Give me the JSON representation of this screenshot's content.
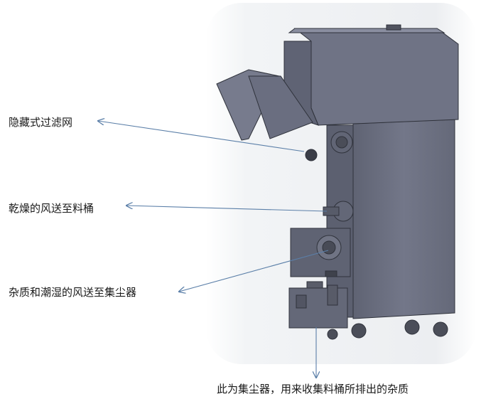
{
  "labels": {
    "hidden_filter": "隐藏式过滤网",
    "dry_air": "乾燥的风送至料桶",
    "wet_air": "杂质和潮湿的风送至集尘器",
    "dust_collector": "此为集尘器，用来收集料桶所排出的杂质"
  },
  "colors": {
    "arrow": "#5b7fa8",
    "machine_body": "#6d7183",
    "machine_edge": "#2f323b",
    "backdrop": "#eef0f3"
  }
}
